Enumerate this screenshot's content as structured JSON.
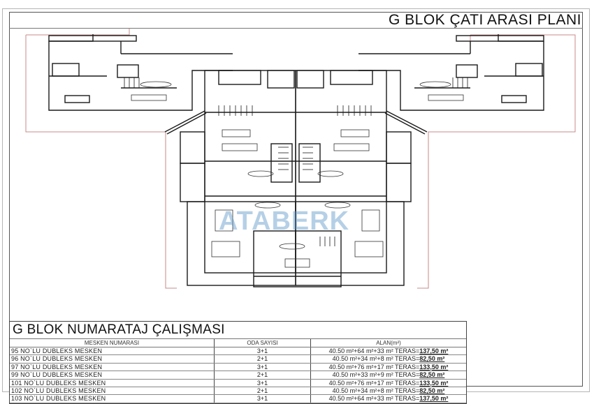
{
  "sheet": {
    "title": "G BLOK ÇATI ARASI PLANI",
    "watermark": "ATABERK"
  },
  "plan": {
    "description": "Attic floor plan drawing of G Block showing mirrored duplex units with rooms, stairs, furniture and terraces",
    "colors": {
      "wall": "#1a1a1a",
      "outline": "#c98a8a",
      "watermark": "#5a96c8"
    }
  },
  "schedule": {
    "title": "G BLOK NUMARATAJ ÇALIŞMASI",
    "columns": [
      "MESKEN NUMARASI",
      "ODA SAYISI",
      "ALAN(m²)"
    ],
    "rows": [
      {
        "unit": "95 NO`LU DUBLEKS MESKEN",
        "rooms": "3+1",
        "area_formula": "40.50 m²+64 m²+33 m² TERAS=",
        "area_total": "137,50 m²"
      },
      {
        "unit": "96 NO`LU DUBLEKS MESKEN",
        "rooms": "2+1",
        "area_formula": "40.50 m²+34 m²+8 m² TERAS=",
        "area_total": "82,50 m²"
      },
      {
        "unit": "97 NO`LU DUBLEKS MESKEN",
        "rooms": "3+1",
        "area_formula": "40.50 m²+76 m²+17 m² TERAS=",
        "area_total": "133,50 m²"
      },
      {
        "unit": "99 NO`LU DUBLEKS MESKEN",
        "rooms": "2+1",
        "area_formula": "40.50 m²+33 m²+9 m² TERAS=",
        "area_total": "82,50 m²"
      },
      {
        "unit": "101 NO`LU DUBLEKS MESKEN",
        "rooms": "3+1",
        "area_formula": "40.50 m²+76 m²+17 m² TERAS=",
        "area_total": "133,50 m²"
      },
      {
        "unit": "102 NO`LU DUBLEKS MESKEN",
        "rooms": "2+1",
        "area_formula": "40.50 m²+34 m²+8 m² TERAS=",
        "area_total": "82,50 m²"
      },
      {
        "unit": "103 NO`LU DUBLEKS MESKEN",
        "rooms": "3+1",
        "area_formula": "40.50 m²+64 m²+33 m² TERAS=",
        "area_total": "137,50 m²"
      }
    ]
  }
}
